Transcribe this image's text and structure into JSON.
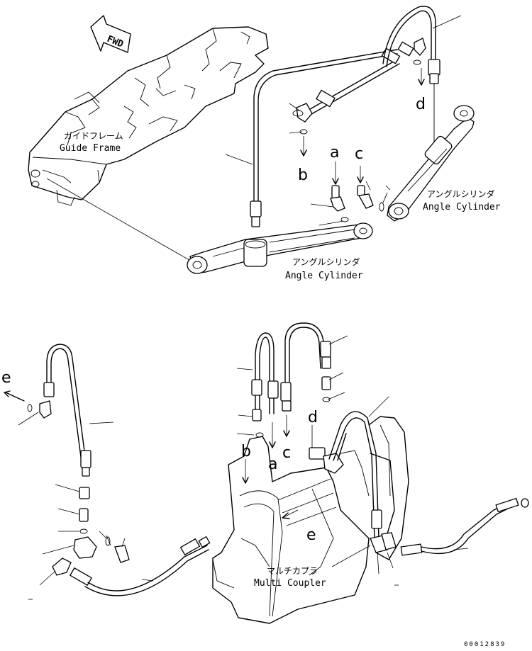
{
  "diagram": {
    "fwd_label": "FWD",
    "guide_frame": {
      "jp": "ガイドフレーム",
      "en": "Guide Frame"
    },
    "angle_cylinder_right": {
      "jp": "アングルシリンダ",
      "en": "Angle Cylinder"
    },
    "angle_cylinder_bottom": {
      "jp": "アングルシリンダ",
      "en": "Angle Cylinder"
    },
    "multi_coupler": {
      "jp": "マルチカプラ",
      "en": "Multi Coupler"
    },
    "refs_top": {
      "a": "a",
      "b": "b",
      "c": "c",
      "d": "d"
    },
    "refs_bottom": {
      "a": "a",
      "b": "b",
      "c": "c",
      "d": "d",
      "e": "e",
      "e_left": "e"
    },
    "drawing_number": "00012839"
  }
}
